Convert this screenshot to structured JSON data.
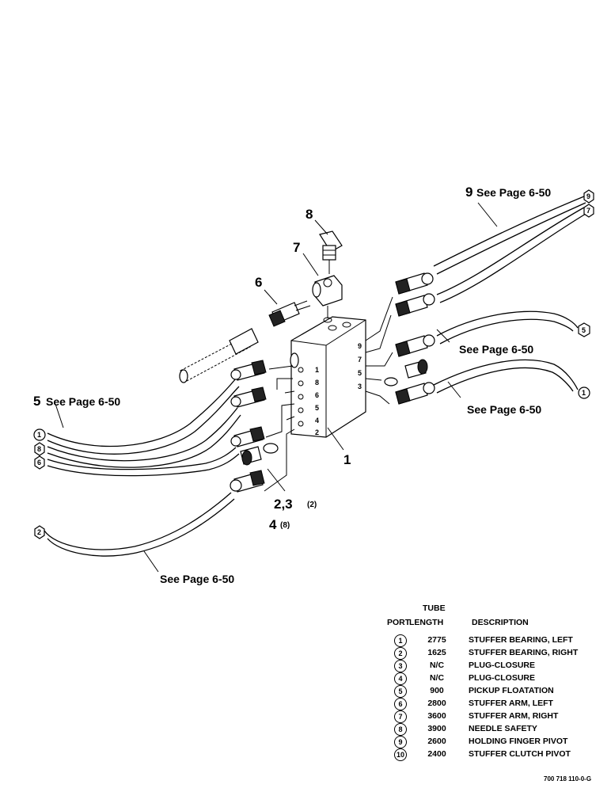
{
  "callouts": {
    "c1": "1",
    "c23": "2,3",
    "c23_qty": "(2)",
    "c4": "4",
    "c4_qty": "(8)",
    "c5": "5",
    "c6": "6",
    "c7": "7",
    "c8": "8",
    "c9": "9"
  },
  "see_page": "See Page 6-50",
  "port_markers": {
    "m9": "9",
    "m7": "7",
    "m5r": "5",
    "m1r": "1",
    "m1l": "1",
    "m8l": "8",
    "m6l": "6",
    "m2l": "2"
  },
  "block_ports": {
    "left": [
      "1",
      "8",
      "6",
      "5",
      "4",
      "2"
    ],
    "right": [
      "9",
      "7",
      "5",
      "3"
    ]
  },
  "table": {
    "header_top": "TUBE",
    "col_port": "PORT",
    "col_length": "LENGTH",
    "col_desc": "DESCRIPTION",
    "rows": [
      {
        "port": "1",
        "length": "2775",
        "description": "STUFFER BEARING, LEFT"
      },
      {
        "port": "2",
        "length": "1625",
        "description": "STUFFER BEARING, RIGHT"
      },
      {
        "port": "3",
        "length": "N/C",
        "description": "PLUG-CLOSURE"
      },
      {
        "port": "4",
        "length": "N/C",
        "description": "PLUG-CLOSURE"
      },
      {
        "port": "5",
        "length": "900",
        "description": "PICKUP FLOATATION"
      },
      {
        "port": "6",
        "length": "2800",
        "description": "STUFFER ARM, LEFT"
      },
      {
        "port": "7",
        "length": "3600",
        "description": "STUFFER ARM, RIGHT"
      },
      {
        "port": "8",
        "length": "3900",
        "description": "NEEDLE SAFETY"
      },
      {
        "port": "9",
        "length": "2600",
        "description": "HOLDING FINGER PIVOT"
      },
      {
        "port": "10",
        "length": "2400",
        "description": "STUFFER CLUTCH PIVOT"
      }
    ]
  },
  "figure_code": "700 718 110-0-G"
}
